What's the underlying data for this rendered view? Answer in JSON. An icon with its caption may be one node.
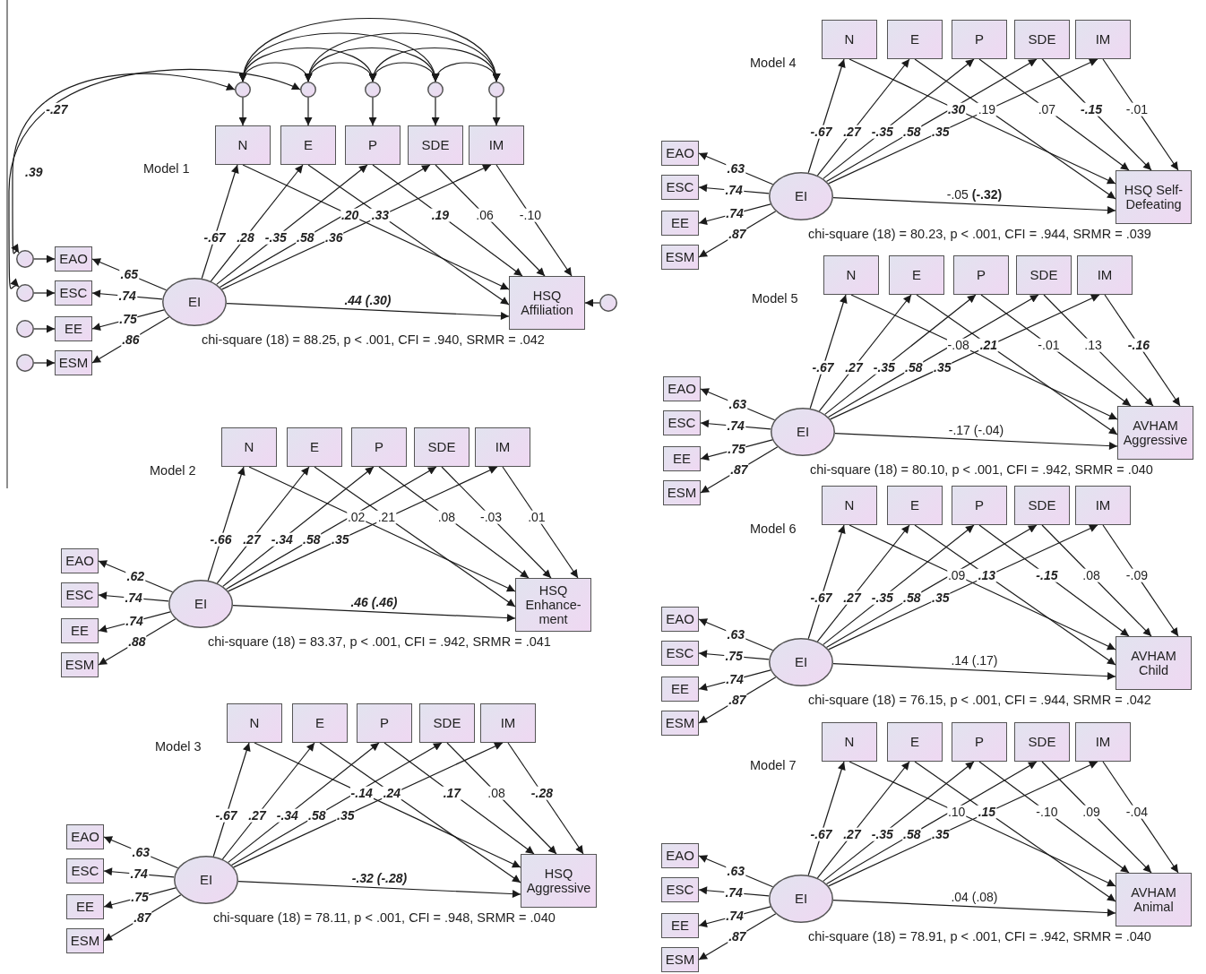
{
  "diagram": {
    "nodes": [
      {
        "text": [],
        "shape": "circle"
      },
      {
        "text": [],
        "shape": "circle"
      },
      {
        "text": [],
        "shape": "circle"
      },
      {
        "text": [],
        "shape": "circle"
      },
      {
        "text": [],
        "shape": "circle"
      },
      {
        "text": [
          "N"
        ]
      },
      {
        "text": [
          "E"
        ]
      },
      {
        "text": [
          "P"
        ]
      },
      {
        "text": [
          "SDE"
        ]
      },
      {
        "text": [
          "IM"
        ]
      },
      {
        "text": [
          "EAO"
        ]
      },
      {
        "text": [
          "ESC"
        ]
      },
      {
        "text": [
          "EE"
        ]
      },
      {
        "text": [
          "ESM"
        ]
      },
      {
        "text": [
          "EI"
        ]
      },
      {
        "text": [
          "HSQ Affiliation"
        ]
      },
      {
        "text": [],
        "shape": "circle"
      },
      {
        "text": [],
        "shape": "circle"
      },
      {
        "text": [],
        "shape": "circle"
      },
      {
        "text": [],
        "shape": "circle"
      },
      {
        "text": [],
        "shape": "circle"
      },
      {
        "text": [
          "N"
        ]
      },
      {
        "text": [
          "E"
        ]
      },
      {
        "text": [
          "P"
        ]
      },
      {
        "text": [
          "SDE"
        ]
      },
      {
        "text": [
          "IM"
        ]
      },
      {
        "text": [
          "EAO"
        ]
      },
      {
        "text": [
          "ESC"
        ]
      },
      {
        "text": [
          "EE"
        ]
      },
      {
        "text": [
          "ESM"
        ]
      },
      {
        "text": [
          "EI"
        ]
      },
      {
        "text": [
          "HSQ Enhance-ment"
        ]
      },
      {
        "text": [
          "N"
        ]
      },
      {
        "text": [
          "E"
        ]
      },
      {
        "text": [
          "P"
        ]
      },
      {
        "text": [
          "SDE"
        ]
      },
      {
        "text": [
          "IM"
        ]
      },
      {
        "text": [
          "EAO"
        ]
      },
      {
        "text": [
          "ESC"
        ]
      },
      {
        "text": [
          "EE"
        ]
      },
      {
        "text": [
          "ESM"
        ]
      },
      {
        "text": [
          "EI"
        ]
      },
      {
        "text": [
          "HSQ Aggressive"
        ]
      },
      {
        "text": [
          "N"
        ]
      },
      {
        "text": [
          "E"
        ]
      },
      {
        "text": [
          "P"
        ]
      },
      {
        "text": [
          "SDE"
        ]
      },
      {
        "text": [
          "IM"
        ]
      },
      {
        "text": [
          "EAO"
        ]
      },
      {
        "text": [
          "ESC"
        ]
      },
      {
        "text": [
          "EE"
        ]
      },
      {
        "text": [
          "ESM"
        ]
      },
      {
        "text": [
          "EI"
        ]
      },
      {
        "text": [
          "HSQ Self-Defeating"
        ]
      },
      {
        "text": [
          "N"
        ]
      },
      {
        "text": [
          "E"
        ]
      },
      {
        "text": [
          "P"
        ]
      },
      {
        "text": [
          "SDE"
        ]
      },
      {
        "text": [
          "IM"
        ]
      },
      {
        "text": [
          "EAO"
        ]
      },
      {
        "text": [
          "ESC"
        ]
      },
      {
        "text": [
          "EE"
        ]
      },
      {
        "text": [
          "ESM"
        ]
      },
      {
        "text": [
          "EI"
        ]
      },
      {
        "text": [
          "AVHAM Aggressive"
        ]
      },
      {
        "text": [
          "N"
        ]
      },
      {
        "text": [
          "E"
        ]
      },
      {
        "text": [
          "P"
        ]
      },
      {
        "text": [
          "SDE"
        ]
      },
      {
        "text": [
          "IM"
        ]
      },
      {
        "text": [
          "EAO"
        ]
      },
      {
        "text": [
          "ESC"
        ]
      },
      {
        "text": [
          "EE"
        ]
      },
      {
        "text": [
          "ESM"
        ]
      },
      {
        "text": [
          "EI"
        ]
      },
      {
        "text": [
          "AVHAM Child"
        ]
      },
      {
        "text": [
          "N"
        ]
      },
      {
        "text": [
          "E"
        ]
      },
      {
        "text": [
          "P"
        ]
      },
      {
        "text": [
          "SDE"
        ]
      },
      {
        "text": [
          "IM"
        ]
      },
      {
        "text": [
          "EAO"
        ]
      },
      {
        "text": [
          "ESC"
        ]
      },
      {
        "text": [
          "EE"
        ]
      },
      {
        "text": [
          "ESM"
        ]
      },
      {
        "text": [
          "EI"
        ]
      },
      {
        "text": [
          "AVHAM Animal"
        ]
      }
    ],
    "edges": [
      {
        "from": 14,
        "to": 5,
        "arrow": "to",
        "label": "-.67"
      },
      {
        "from": 14,
        "to": 6,
        "arrow": "to",
        "label": ".28"
      },
      {
        "from": 14,
        "to": 7,
        "arrow": "to",
        "label": "-.35"
      },
      {
        "from": 14,
        "to": 8,
        "arrow": "to",
        "label": ".58"
      },
      {
        "from": 14,
        "to": 9,
        "arrow": "to",
        "label": ".36"
      },
      {
        "from": 5,
        "to": 15,
        "arrow": "to",
        "label": ".20"
      },
      {
        "from": 6,
        "to": 15,
        "arrow": "to",
        "label": ".33"
      },
      {
        "from": 7,
        "to": 15,
        "arrow": "to",
        "label": ".19"
      },
      {
        "from": 8,
        "to": 15,
        "arrow": "to",
        "label": ".06"
      },
      {
        "from": 9,
        "to": 15,
        "arrow": "to",
        "label": "-.10"
      },
      {
        "from": 14,
        "to": 10,
        "arrow": "to",
        "label": ".65"
      },
      {
        "from": 14,
        "to": 11,
        "arrow": "to",
        "label": ".74"
      },
      {
        "from": 14,
        "to": 12,
        "arrow": "to",
        "label": ".75"
      },
      {
        "from": 14,
        "to": 13,
        "arrow": "to",
        "label": ".86"
      },
      {
        "from": 14,
        "to": 15,
        "arrow": "to",
        "label": ".44 (.30)"
      },
      {
        "from": 0,
        "to": 5,
        "arrow": "to"
      },
      {
        "from": 1,
        "to": 6,
        "arrow": "to"
      },
      {
        "from": 2,
        "to": 7,
        "arrow": "to"
      },
      {
        "from": 3,
        "to": 8,
        "arrow": "to"
      },
      {
        "from": 4,
        "to": 9,
        "arrow": "to"
      },
      {
        "from": 16,
        "to": 10,
        "arrow": "to"
      },
      {
        "from": 17,
        "to": 11,
        "arrow": "to"
      },
      {
        "from": 18,
        "to": 12,
        "arrow": "to"
      },
      {
        "from": 19,
        "to": 13,
        "arrow": "to"
      },
      {
        "from": 20,
        "to": 15,
        "arrow": "to"
      },
      {
        "from": 0,
        "to": 1,
        "arrow": "both"
      },
      {
        "from": 0,
        "to": 2,
        "arrow": "both"
      },
      {
        "from": 0,
        "to": 3,
        "arrow": "both"
      },
      {
        "from": 0,
        "to": 4,
        "arrow": "both"
      },
      {
        "from": 1,
        "to": 2,
        "arrow": "both"
      },
      {
        "from": 1,
        "to": 3,
        "arrow": "both"
      },
      {
        "from": 1,
        "to": 4,
        "arrow": "both"
      },
      {
        "from": 2,
        "to": 3,
        "arrow": "both"
      },
      {
        "from": 2,
        "to": 4,
        "arrow": "both"
      },
      {
        "from": 3,
        "to": 4,
        "arrow": "both"
      },
      {
        "from": 0,
        "to": 16,
        "arrow": "both",
        "label": "-.27"
      },
      {
        "from": 1,
        "to": 17,
        "arrow": "both",
        "label": ".39"
      },
      {
        "from": 30,
        "to": 21,
        "arrow": "to",
        "label": "-.66"
      },
      {
        "from": 30,
        "to": 22,
        "arrow": "to",
        "label": ".27"
      },
      {
        "from": 30,
        "to": 23,
        "arrow": "to",
        "label": "-.34"
      },
      {
        "from": 30,
        "to": 24,
        "arrow": "to",
        "label": ".58"
      },
      {
        "from": 30,
        "to": 25,
        "arrow": "to",
        "label": ".35"
      },
      {
        "from": 21,
        "to": 31,
        "arrow": "to",
        "label": ".02"
      },
      {
        "from": 22,
        "to": 31,
        "arrow": "to",
        "label": ".21"
      },
      {
        "from": 23,
        "to": 31,
        "arrow": "to",
        "label": ".08"
      },
      {
        "from": 24,
        "to": 31,
        "arrow": "to",
        "label": "-.03"
      },
      {
        "from": 25,
        "to": 31,
        "arrow": "to",
        "label": ".01"
      },
      {
        "from": 30,
        "to": 26,
        "arrow": "to",
        "label": ".62"
      },
      {
        "from": 30,
        "to": 27,
        "arrow": "to",
        "label": ".74"
      },
      {
        "from": 30,
        "to": 28,
        "arrow": "to",
        "label": ".74"
      },
      {
        "from": 30,
        "to": 29,
        "arrow": "to",
        "label": ".88"
      },
      {
        "from": 30,
        "to": 31,
        "arrow": "to",
        "label": ".46 (.46)"
      },
      {
        "from": 41,
        "to": 32,
        "arrow": "to",
        "label": "-.67"
      },
      {
        "from": 41,
        "to": 33,
        "arrow": "to",
        "label": ".27"
      },
      {
        "from": 41,
        "to": 34,
        "arrow": "to",
        "label": "-.34"
      },
      {
        "from": 41,
        "to": 35,
        "arrow": "to",
        "label": ".58"
      },
      {
        "from": 41,
        "to": 36,
        "arrow": "to",
        "label": ".35"
      },
      {
        "from": 32,
        "to": 42,
        "arrow": "to",
        "label": "-.14"
      },
      {
        "from": 33,
        "to": 42,
        "arrow": "to",
        "label": ".24"
      },
      {
        "from": 34,
        "to": 42,
        "arrow": "to",
        "label": ".17"
      },
      {
        "from": 35,
        "to": 42,
        "arrow": "to",
        "label": ".08"
      },
      {
        "from": 36,
        "to": 42,
        "arrow": "to",
        "label": "-.28"
      },
      {
        "from": 41,
        "to": 37,
        "arrow": "to",
        "label": ".63"
      },
      {
        "from": 41,
        "to": 38,
        "arrow": "to",
        "label": ".74"
      },
      {
        "from": 41,
        "to": 39,
        "arrow": "to",
        "label": ".75"
      },
      {
        "from": 41,
        "to": 40,
        "arrow": "to",
        "label": ".87"
      },
      {
        "from": 41,
        "to": 42,
        "arrow": "to",
        "label": "-.32 (-.28)"
      },
      {
        "from": 52,
        "to": 43,
        "arrow": "to",
        "label": "-.67"
      },
      {
        "from": 52,
        "to": 44,
        "arrow": "to",
        "label": ".27"
      },
      {
        "from": 52,
        "to": 45,
        "arrow": "to",
        "label": "-.35"
      },
      {
        "from": 52,
        "to": 46,
        "arrow": "to",
        "label": ".58"
      },
      {
        "from": 52,
        "to": 47,
        "arrow": "to",
        "label": ".35"
      },
      {
        "from": 43,
        "to": 53,
        "arrow": "to",
        "label": ".30"
      },
      {
        "from": 44,
        "to": 53,
        "arrow": "to",
        "label": ".19"
      },
      {
        "from": 45,
        "to": 53,
        "arrow": "to",
        "label": ".07"
      },
      {
        "from": 46,
        "to": 53,
        "arrow": "to",
        "label": "-.15"
      },
      {
        "from": 47,
        "to": 53,
        "arrow": "to",
        "label": "-.01"
      },
      {
        "from": 52,
        "to": 48,
        "arrow": "to",
        "label": ".63"
      },
      {
        "from": 52,
        "to": 49,
        "arrow": "to",
        "label": ".74"
      },
      {
        "from": 52,
        "to": 50,
        "arrow": "to",
        "label": ".74"
      },
      {
        "from": 52,
        "to": 51,
        "arrow": "to",
        "label": ".87"
      },
      {
        "from": 52,
        "to": 53,
        "arrow": "to",
        "label": "-.05 **(-.32)**"
      },
      {
        "from": 63,
        "to": 54,
        "arrow": "to",
        "label": "-.67"
      },
      {
        "from": 63,
        "to": 55,
        "arrow": "to",
        "label": ".27"
      },
      {
        "from": 63,
        "to": 56,
        "arrow": "to",
        "label": "-.35"
      },
      {
        "from": 63,
        "to": 57,
        "arrow": "to",
        "label": ".58"
      },
      {
        "from": 63,
        "to": 58,
        "arrow": "to",
        "label": ".35"
      },
      {
        "from": 54,
        "to": 64,
        "arrow": "to",
        "label": "-.08"
      },
      {
        "from": 55,
        "to": 64,
        "arrow": "to",
        "label": ".21"
      },
      {
        "from": 56,
        "to": 64,
        "arrow": "to",
        "label": "-.01"
      },
      {
        "from": 57,
        "to": 64,
        "arrow": "to",
        "label": ".13"
      },
      {
        "from": 58,
        "to": 64,
        "arrow": "to",
        "label": "-.16"
      },
      {
        "from": 63,
        "to": 59,
        "arrow": "to",
        "label": ".63"
      },
      {
        "from": 63,
        "to": 60,
        "arrow": "to",
        "label": ".74"
      },
      {
        "from": 63,
        "to": 61,
        "arrow": "to",
        "label": ".75"
      },
      {
        "from": 63,
        "to": 62,
        "arrow": "to",
        "label": ".87"
      },
      {
        "from": 63,
        "to": 64,
        "arrow": "to",
        "label": "-.17 (-.04)"
      },
      {
        "from": 74,
        "to": 65,
        "arrow": "to",
        "label": "-.67"
      },
      {
        "from": 74,
        "to": 66,
        "arrow": "to",
        "label": ".27"
      },
      {
        "from": 74,
        "to": 67,
        "arrow": "to",
        "label": "-.35"
      },
      {
        "from": 74,
        "to": 68,
        "arrow": "to",
        "label": ".58"
      },
      {
        "from": 74,
        "to": 69,
        "arrow": "to",
        "label": ".35"
      },
      {
        "from": 65,
        "to": 75,
        "arrow": "to",
        "label": ".09"
      },
      {
        "from": 66,
        "to": 75,
        "arrow": "to",
        "label": ".13"
      },
      {
        "from": 67,
        "to": 75,
        "arrow": "to",
        "label": "-.15"
      },
      {
        "from": 68,
        "to": 75,
        "arrow": "to",
        "label": ".08"
      },
      {
        "from": 69,
        "to": 75,
        "arrow": "to",
        "label": "-.09"
      },
      {
        "from": 74,
        "to": 70,
        "arrow": "to",
        "label": ".63"
      },
      {
        "from": 74,
        "to": 71,
        "arrow": "to",
        "label": ".75"
      },
      {
        "from": 74,
        "to": 72,
        "arrow": "to",
        "label": ".74"
      },
      {
        "from": 74,
        "to": 73,
        "arrow": "to",
        "label": ".87"
      },
      {
        "from": 74,
        "to": 75,
        "arrow": "to",
        "label": ".14 (.17)"
      },
      {
        "from": 85,
        "to": 76,
        "arrow": "to",
        "label": "-.67"
      },
      {
        "from": 85,
        "to": 77,
        "arrow": "to",
        "label": ".27"
      },
      {
        "from": 85,
        "to": 78,
        "arrow": "to",
        "label": "-.35"
      },
      {
        "from": 85,
        "to": 79,
        "arrow": "to",
        "label": ".58"
      },
      {
        "from": 85,
        "to": 80,
        "arrow": "to",
        "label": ".35"
      },
      {
        "from": 76,
        "to": 86,
        "arrow": "to",
        "label": ".10"
      },
      {
        "from": 77,
        "to": 86,
        "arrow": "to",
        "label": ".15"
      },
      {
        "from": 78,
        "to": 86,
        "arrow": "to",
        "label": "-.10"
      },
      {
        "from": 79,
        "to": 86,
        "arrow": "to",
        "label": ".09"
      },
      {
        "from": 80,
        "to": 86,
        "arrow": "to",
        "label": "-.04"
      },
      {
        "from": 85,
        "to": 81,
        "arrow": "to",
        "label": ".63"
      },
      {
        "from": 85,
        "to": 82,
        "arrow": "to",
        "label": ".74"
      },
      {
        "from": 85,
        "to": 83,
        "arrow": "to",
        "label": ".74"
      },
      {
        "from": 85,
        "to": 84,
        "arrow": "to",
        "label": ".87"
      },
      {
        "from": 85,
        "to": 86,
        "arrow": "to",
        "label": ".04 (.08)"
      }
    ],
    "labels": [
      "Model 1",
      "chi-square (18) = 88.25, p < .001, CFI = .940, SRMR = .042",
      "Model 2",
      "chi-square (18) = 83.37, p < .001, CFI = .942, SRMR = .041",
      "Model 3",
      "chi-square (18) = 78.11, p < .001, CFI = .948, SRMR = .040",
      "Model 4",
      "chi-square (18) = 80.23, p < .001, CFI = .944, SRMR = .039",
      "Model 5",
      "chi-square (18) = 80.10, p < .001, CFI = .942, SRMR = .040",
      "Model 6",
      "chi-square (18) = 76.15, p < .001, CFI = .944, SRMR = .042",
      "Model 7",
      "chi-square (18) = 78.91, p < .001, CFI = .942, SRMR = .040"
    ]
  }
}
